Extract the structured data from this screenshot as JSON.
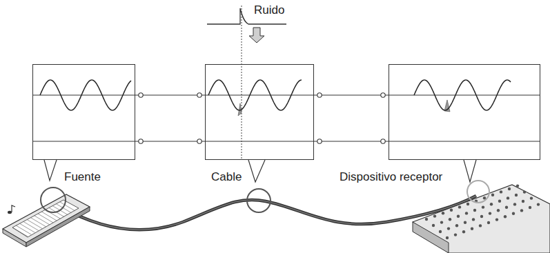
{
  "diagram": {
    "nodes": [
      {
        "text": [
          "Fuente"
        ]
      },
      {
        "text": [
          "Cable"
        ]
      },
      {
        "text": [
          "Dispositivo receptor"
        ]
      }
    ],
    "edges": [
      {
        "from": 0,
        "to": 1,
        "arrow": "none"
      },
      {
        "from": 0,
        "to": 1,
        "arrow": "none"
      },
      {
        "from": 1,
        "to": 2,
        "arrow": "none"
      },
      {
        "from": 1,
        "to": 2,
        "arrow": "none"
      }
    ],
    "labels": [
      "Ruido"
    ]
  }
}
